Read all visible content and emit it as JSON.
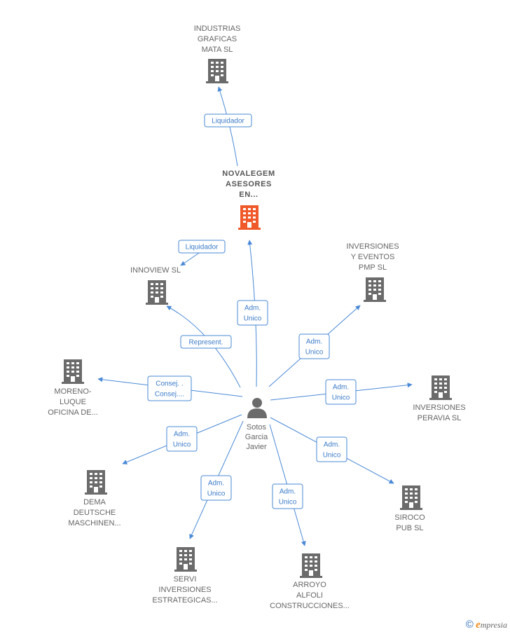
{
  "diagram": {
    "center": {
      "label_lines": [
        "Sotos",
        "Garcia",
        "Javier"
      ]
    },
    "companies": [
      {
        "id": "industrias",
        "label_lines": [
          "INDUSTRIAS",
          "GRAFICAS",
          "MATA  SL"
        ],
        "color": "#6b6b6b"
      },
      {
        "id": "novalegem",
        "label_lines": [
          "NOVALEGEM",
          "ASESORES",
          "EN..."
        ],
        "color": "#f05a2a",
        "main": true
      },
      {
        "id": "innoview",
        "label_lines": [
          "INNOVIEW SL"
        ],
        "color": "#6b6b6b"
      },
      {
        "id": "inversiones_eventos",
        "label_lines": [
          "INVERSIONES",
          "Y EVENTOS",
          "PMP  SL"
        ],
        "color": "#6b6b6b"
      },
      {
        "id": "moreno",
        "label_lines": [
          "MORENO-",
          "LUQUE",
          "OFICINA DE..."
        ],
        "color": "#6b6b6b"
      },
      {
        "id": "peravia",
        "label_lines": [
          "INVERSIONES",
          "PERAVIA  SL"
        ],
        "color": "#6b6b6b"
      },
      {
        "id": "dema",
        "label_lines": [
          "DEMA",
          "DEUTSCHE",
          "MASCHINEN..."
        ],
        "color": "#6b6b6b"
      },
      {
        "id": "siroco",
        "label_lines": [
          "SIROCO",
          "PUB  SL"
        ],
        "color": "#6b6b6b"
      },
      {
        "id": "servi",
        "label_lines": [
          "SERVI",
          "INVERSIONES",
          "ESTRATEGICAS..."
        ],
        "color": "#6b6b6b"
      },
      {
        "id": "arroyo",
        "label_lines": [
          "ARROYO",
          "ALFOLI",
          "CONSTRUCCIONES..."
        ],
        "color": "#6b6b6b"
      }
    ],
    "edges": [
      {
        "id": "e-liq-industrias",
        "label_lines": [
          "Liquidador"
        ]
      },
      {
        "id": "e-liq-innoview",
        "label_lines": [
          "Liquidador"
        ]
      },
      {
        "id": "e-adm-novalegem",
        "label_lines": [
          "Adm.",
          "Unico"
        ]
      },
      {
        "id": "e-rep-innoview",
        "label_lines": [
          "Represent."
        ]
      },
      {
        "id": "e-adm-eventos",
        "label_lines": [
          "Adm.",
          "Unico"
        ]
      },
      {
        "id": "e-consej-moreno",
        "label_lines": [
          "Consej. .",
          "Consej...."
        ]
      },
      {
        "id": "e-adm-peravia",
        "label_lines": [
          "Adm.",
          "Unico"
        ]
      },
      {
        "id": "e-adm-dema",
        "label_lines": [
          "Adm.",
          "Unico"
        ]
      },
      {
        "id": "e-adm-siroco",
        "label_lines": [
          "Adm.",
          "Unico"
        ]
      },
      {
        "id": "e-adm-servi",
        "label_lines": [
          "Adm.",
          "Unico"
        ]
      },
      {
        "id": "e-adm-arroyo",
        "label_lines": [
          "Adm.",
          "Unico"
        ]
      }
    ],
    "colors": {
      "edge": "#4a89d6",
      "building": "#6b6b6b",
      "main_building": "#f05a2a",
      "person": "#6b6b6b"
    }
  },
  "footer": {
    "copyright_symbol": "©",
    "brand_initial": "e",
    "brand_rest": "mpresia"
  }
}
